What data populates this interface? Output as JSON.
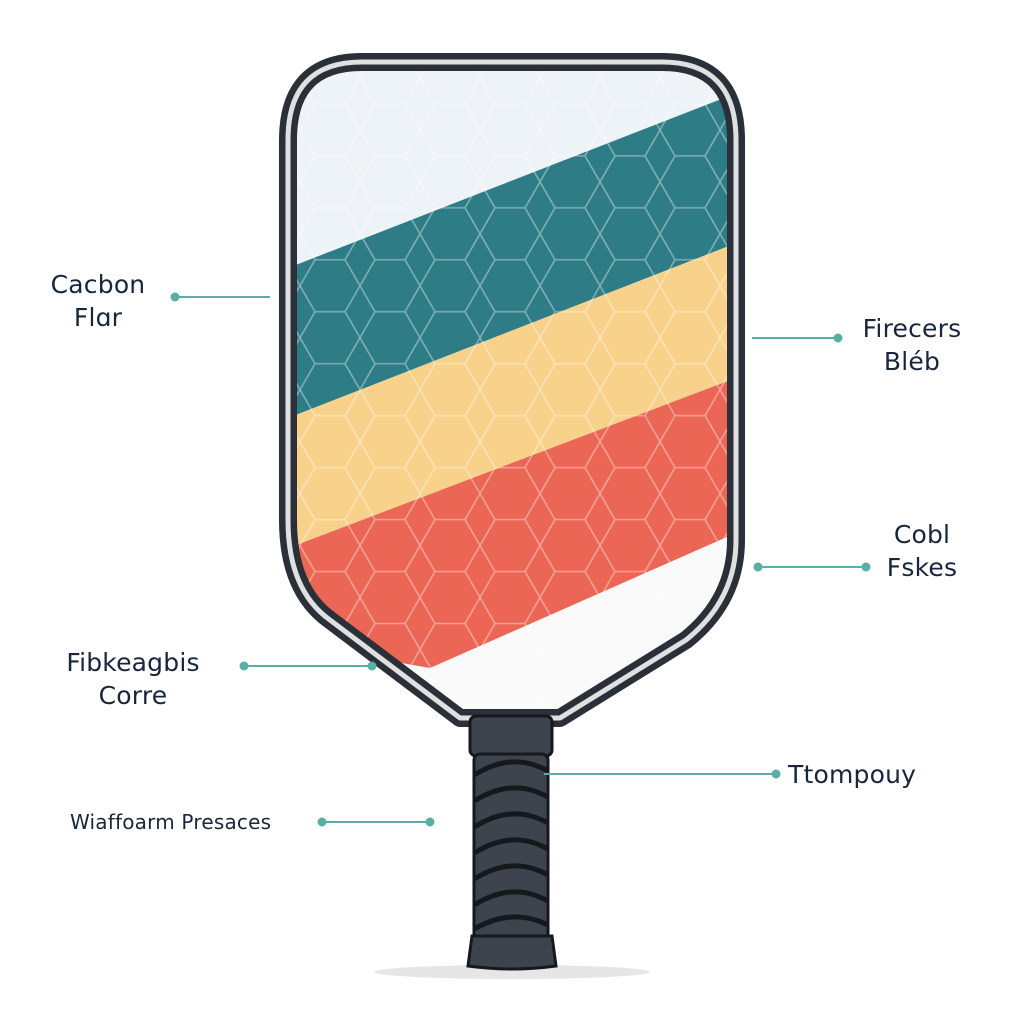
{
  "labels": {
    "carbon": {
      "line1": "Cacbon",
      "line2": "Flɑr"
    },
    "fibers": {
      "line1": "Firecers",
      "line2": "Bléb"
    },
    "coal": {
      "line1": "Cobl",
      "line2": "Fskes"
    },
    "core": {
      "line1": "Fibkeagbis",
      "line2": "Corre"
    },
    "grip": {
      "line1": "Ttompouy"
    },
    "waffle": {
      "line1": "Wiaffoarm Presaces"
    }
  },
  "colors": {
    "outline": "#2b3038",
    "leader": "#5aaea6",
    "teal": "#2e7d86",
    "yellow": "#f8d18b",
    "coral": "#ec6656",
    "top_pale": "#eef3f8",
    "bottom_white": "#fafafa",
    "grip": "#3e444d",
    "grip_wrap": "#15181d",
    "text": "#17263d"
  }
}
